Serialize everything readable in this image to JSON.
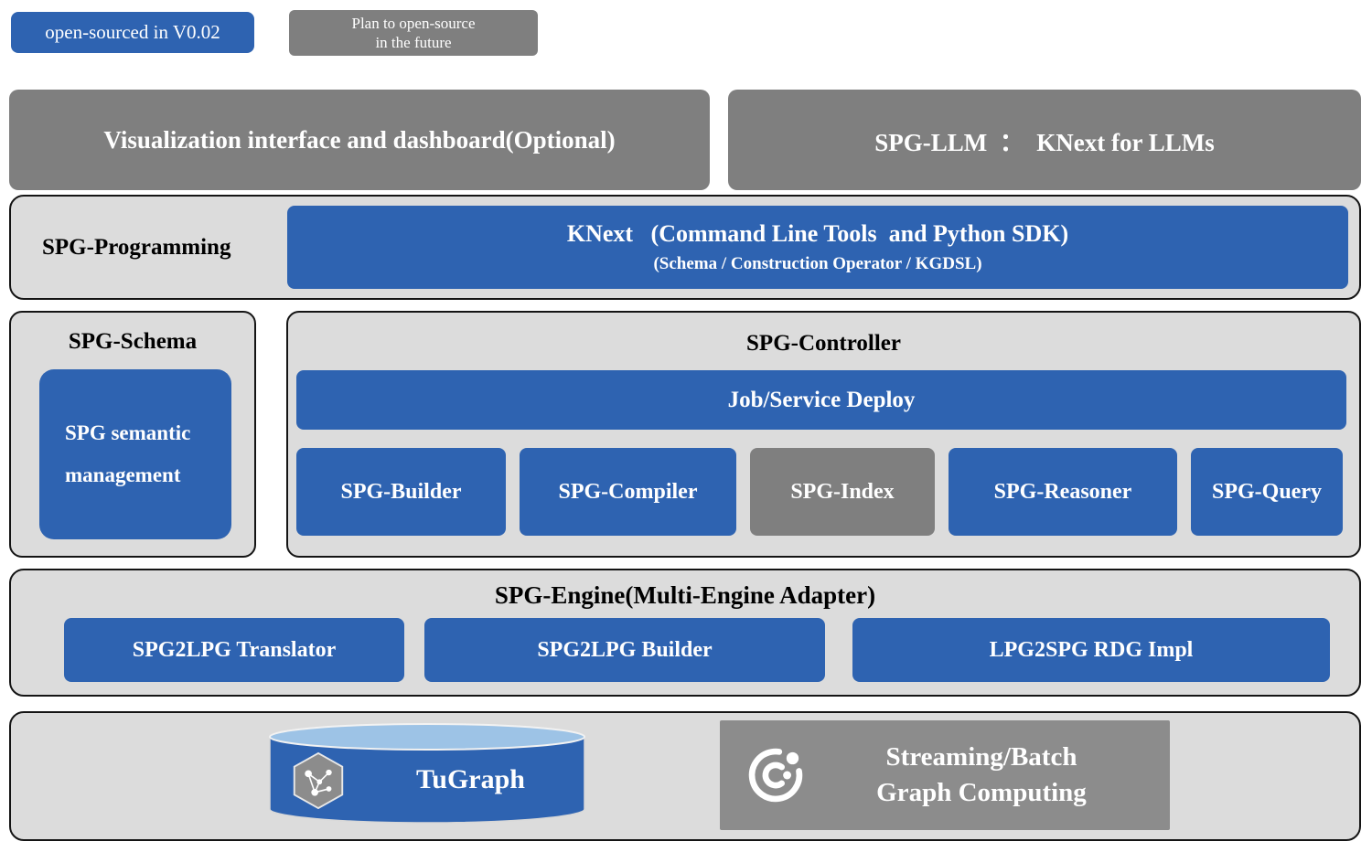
{
  "legend": {
    "open_sourced": "open-sourced in V0.02",
    "plan_line1": "Plan to open-source",
    "plan_line2": "in the future"
  },
  "top": {
    "visualization": "Visualization interface and dashboard(Optional)",
    "spg_llm": "SPG-LLM  ：  KNext for LLMs"
  },
  "programming": {
    "label": "SPG-Programming",
    "knext_title": "KNext   (Command Line Tools  and Python SDK)",
    "knext_subtitle": "(Schema / Construction Operator / KGDSL)"
  },
  "schema": {
    "title": "SPG-Schema",
    "semantic_line1": "SPG semantic",
    "semantic_line2": "management"
  },
  "controller": {
    "title": "SPG-Controller",
    "deploy": "Job/Service Deploy",
    "modules": [
      {
        "label": "SPG-Builder",
        "variant": "blue"
      },
      {
        "label": "SPG-Compiler",
        "variant": "blue"
      },
      {
        "label": "SPG-Index",
        "variant": "gray"
      },
      {
        "label": "SPG-Reasoner",
        "variant": "blue"
      },
      {
        "label": "SPG-Query",
        "variant": "blue"
      }
    ]
  },
  "engine": {
    "title": "SPG-Engine(Multi-Engine Adapter)",
    "modules": [
      "SPG2LPG Translator",
      "SPG2LPG Builder",
      "LPG2SPG RDG Impl"
    ]
  },
  "storage": {
    "tugraph": "TuGraph",
    "streaming_line1": "Streaming/Batch",
    "streaming_line2": "Graph Computing"
  },
  "colors": {
    "blue": "#2e63b1",
    "gray": "#7f7f7f",
    "panel_gray": "#dcdcdc",
    "cylinder_top": "#9dc3e6"
  }
}
